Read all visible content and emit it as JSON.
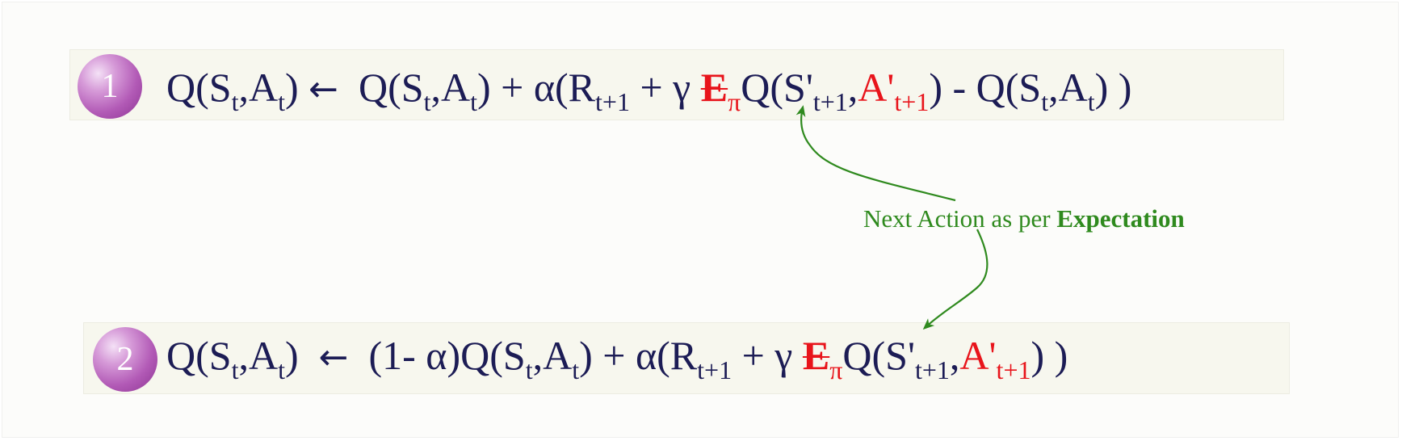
{
  "colors": {
    "equation_text": "#1c1c55",
    "highlight_red": "#e8141b",
    "annotation_green": "#2f8a1e",
    "band_background": "#f7f7ee",
    "badge_purple": "#b25ab6"
  },
  "equations": [
    {
      "badge": "1",
      "lhs": {
        "q": "Q(S",
        "s_sub": "t",
        "comma": ",A",
        "a_sub": "t",
        "close": ")"
      },
      "arrow": "←",
      "rhs_q": "Q(S",
      "rhs_s_sub": "t",
      "rhs_comma": ",A",
      "rhs_a_sub": "t",
      "rhs_close": ") + α(R",
      "r_sub": "t+1",
      "gamma": " + γ ",
      "expect": "E",
      "pi_sub": "π",
      "next_q": "Q(S'",
      "next_s_sub": "t+1",
      "next_comma": ",",
      "next_a": "A'",
      "next_a_sub": "t+1",
      "tail": ")  - Q(S",
      "tail_s_sub": "t",
      "tail_comma": ",A",
      "tail_a_sub": "t",
      "tail_close": ") )"
    },
    {
      "badge": "2",
      "lhs": {
        "q": "Q(S",
        "s_sub": "t",
        "comma": ",A",
        "a_sub": "t",
        "close": ")"
      },
      "arrow": "←",
      "rhs_pre": "(1- α)Q(S",
      "rhs_s_sub": "t",
      "rhs_comma": ",A",
      "rhs_a_sub": "t",
      "rhs_close": ")  + α(R",
      "r_sub": "t+1",
      "gamma": " + γ ",
      "expect": "E",
      "pi_sub": "π",
      "next_q": "Q(S'",
      "next_s_sub": "t+1",
      "next_comma": ",",
      "next_a": "A'",
      "next_a_sub": "t+1",
      "tail": ") )"
    }
  ],
  "annotation": {
    "prefix": "Next Action as per ",
    "emphasis": "Expectation"
  }
}
